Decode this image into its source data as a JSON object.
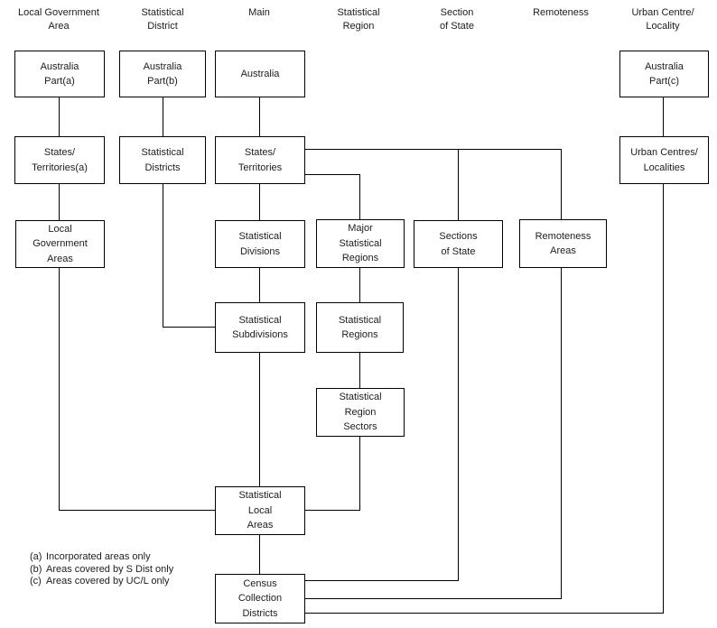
{
  "headers": [
    {
      "lines": [
        "Local Government",
        "Area"
      ]
    },
    {
      "lines": [
        "Statistical",
        "District"
      ]
    },
    {
      "lines": [
        "Main"
      ]
    },
    {
      "lines": [
        "Statistical",
        "Region"
      ]
    },
    {
      "lines": [
        "Section",
        "of State"
      ]
    },
    {
      "lines": [
        "Remoteness"
      ]
    },
    {
      "lines": [
        "Urban Centre/",
        "Locality"
      ]
    }
  ],
  "boxes": [
    {
      "id": "australia-part-a",
      "lines": [
        "Australia",
        "Part(a)"
      ]
    },
    {
      "id": "australia-part-b",
      "lines": [
        "Australia",
        "Part(b)"
      ]
    },
    {
      "id": "australia",
      "lines": [
        "Australia"
      ]
    },
    {
      "id": "australia-part-c",
      "lines": [
        "Australia",
        "Part(c)"
      ]
    },
    {
      "id": "states-territories-a",
      "lines": [
        "States/",
        "Territories(a)"
      ]
    },
    {
      "id": "statistical-districts",
      "lines": [
        "Statistical",
        "Districts"
      ]
    },
    {
      "id": "states-territories",
      "lines": [
        "States/",
        "Territories"
      ]
    },
    {
      "id": "urban-centres-localities",
      "lines": [
        "Urban Centres/",
        "Localities"
      ]
    },
    {
      "id": "local-government-areas",
      "lines": [
        "Local",
        "Government",
        "Areas"
      ]
    },
    {
      "id": "statistical-divisions",
      "lines": [
        "Statistical",
        "Divisions"
      ]
    },
    {
      "id": "major-statistical-regions",
      "lines": [
        "Major",
        "Statistical",
        "Regions"
      ]
    },
    {
      "id": "sections-of-state",
      "lines": [
        "Sections",
        "of State"
      ]
    },
    {
      "id": "remoteness-areas",
      "lines": [
        "Remoteness",
        "Areas"
      ]
    },
    {
      "id": "statistical-subdivisions",
      "lines": [
        "Statistical",
        "Subdivisions"
      ]
    },
    {
      "id": "statistical-regions",
      "lines": [
        "Statistical",
        "Regions"
      ]
    },
    {
      "id": "statistical-region-sectors",
      "lines": [
        "Statistical",
        "Region",
        "Sectors"
      ]
    },
    {
      "id": "statistical-local-areas",
      "lines": [
        "Statistical",
        "Local",
        "Areas"
      ]
    },
    {
      "id": "census-collection-districts",
      "lines": [
        "Census",
        "Collection",
        "Districts"
      ]
    }
  ],
  "footnotes": [
    {
      "marker": "(a)",
      "text": "Incorporated areas only"
    },
    {
      "marker": "(b)",
      "text": "Areas covered by S Dist only"
    },
    {
      "marker": "(c)",
      "text": "Areas covered by UC/L only"
    }
  ],
  "colors": {
    "line": "#000000",
    "text": "#1c1c1c",
    "background": "#ffffff"
  }
}
